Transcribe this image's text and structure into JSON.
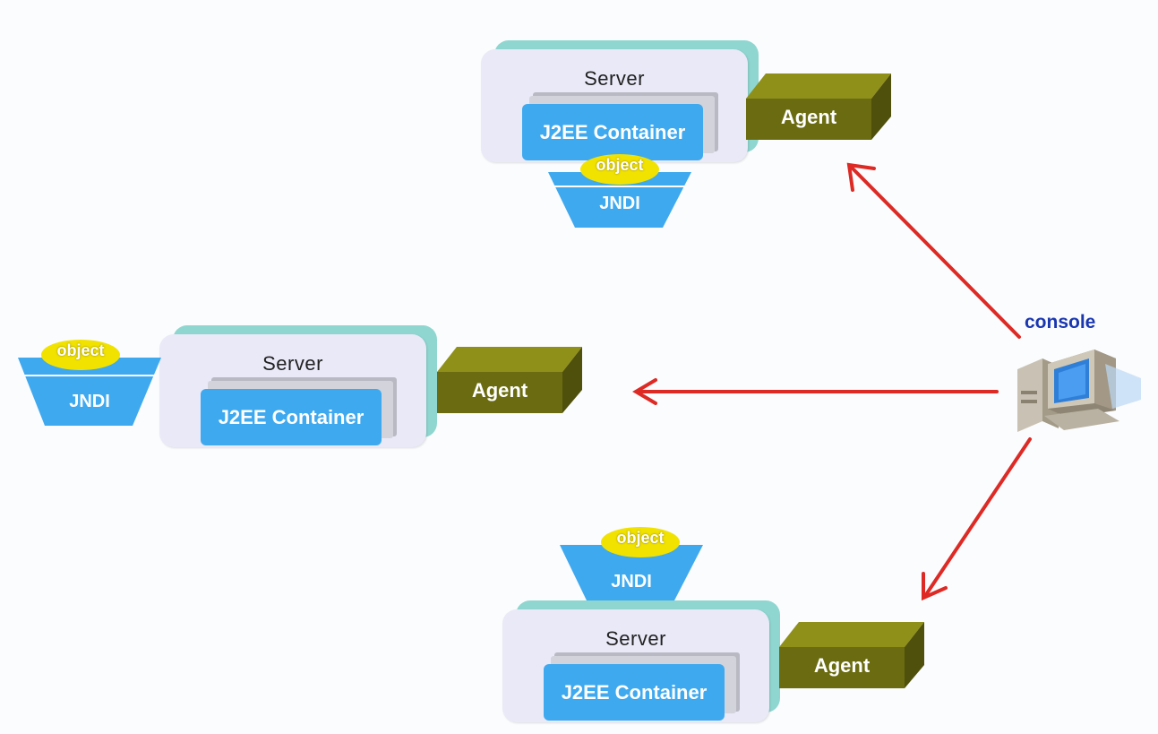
{
  "labels": {
    "server": "Server",
    "container": "J2EE Container",
    "agent": "Agent",
    "jndi": "JNDI",
    "object": "object",
    "console": "console"
  },
  "colors": {
    "arrow": "#dd2a25",
    "server_back": "#8fd6d0",
    "server_front": "#e9e9f8",
    "container": "#3fa9ef",
    "agent": "#6b6c11",
    "jndi": "#3fa9ef",
    "object": "#f1e200",
    "console_text": "#1a37b0"
  }
}
